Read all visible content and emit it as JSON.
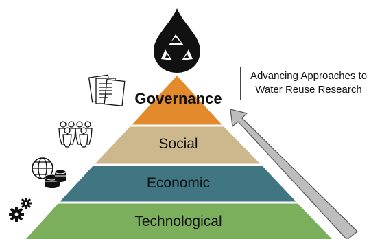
{
  "diagram": {
    "layers": [
      {
        "label": "Governance",
        "color": "#E38A2C"
      },
      {
        "label": "Social",
        "color": "#CDB88E"
      },
      {
        "label": "Economic",
        "color": "#3F7681"
      },
      {
        "label": "Technological",
        "color": "#7CAF5C"
      }
    ],
    "callout": {
      "line1": "Advancing Approaches to",
      "line2": "Water Reuse Research"
    },
    "icons": [
      "water-drop-recycle-icon",
      "documents-icon",
      "people-group-icon",
      "globe-coins-icon",
      "gears-icon"
    ],
    "arrow_color": "#BDBDBD"
  }
}
